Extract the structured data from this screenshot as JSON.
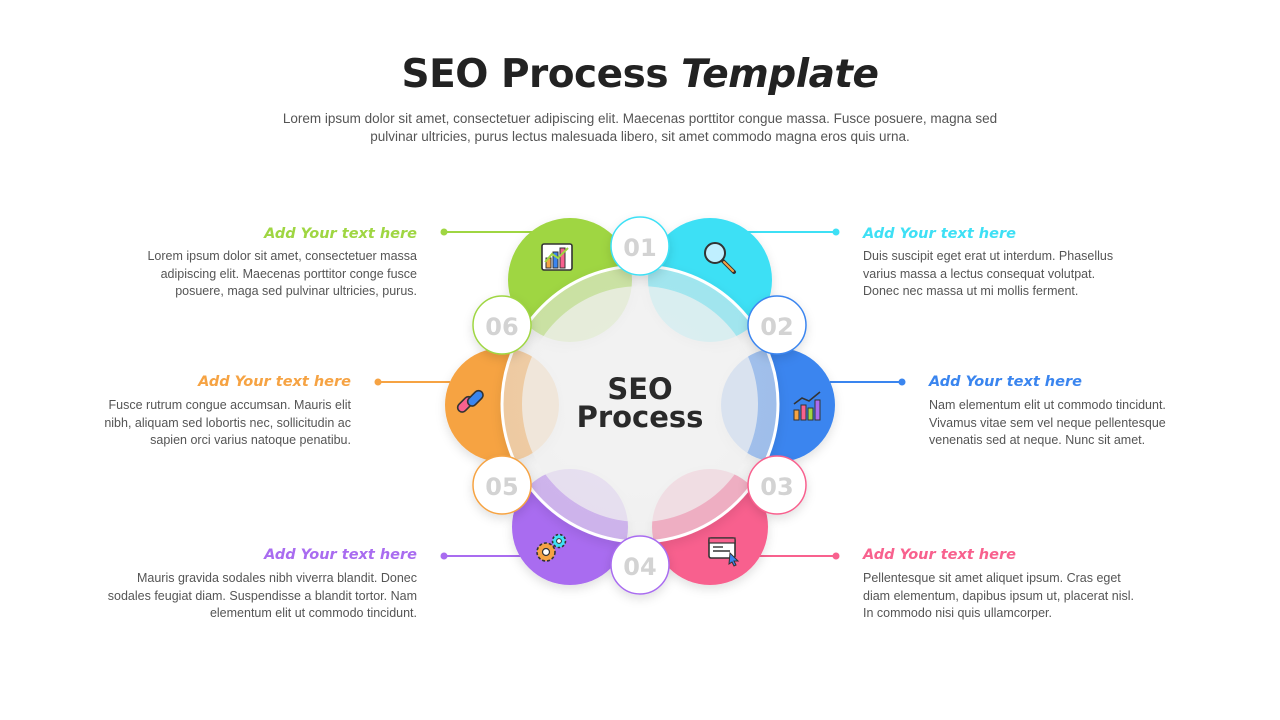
{
  "header": {
    "title_main": "SEO Process",
    "title_italic": "Template",
    "subtitle": "Lorem ipsum dolor sit amet, consectetuer adipiscing elit. Maecenas porttitor congue massa. Fusce posuere, magna sed pulvinar ultricies, purus lectus malesuada libero, sit amet commodo magna eros quis urna."
  },
  "center": {
    "line1": "SEO",
    "line2": "Process"
  },
  "steps": [
    {
      "number": "01",
      "color": "#3ee0f5",
      "icon": "magnifier-icon",
      "heading": "Add Your text here",
      "body": "Duis suscipit eget erat ut interdum. Phasellus varius massa a lectus consequat volutpat. Donec nec massa ut mi mollis ferment."
    },
    {
      "number": "02",
      "color": "#3a85ef",
      "icon": "bar-chart-growth-icon",
      "heading": "Add Your text here",
      "body": "Nam elementum elit ut commodo tincidunt. Vivamus vitae sem vel neque pellentesque venenatis sed at neque. Nunc sit amet."
    },
    {
      "number": "03",
      "color": "#f8618e",
      "icon": "web-page-cursor-icon",
      "heading": "Add Your text here",
      "body": "Pellentesque sit amet aliquet ipsum. Cras eget diam elementum, dapibus ipsum ut, placerat nisl. In commodo nisi quis ullamcorper."
    },
    {
      "number": "04",
      "color": "#a96cf0",
      "icon": "gears-icon",
      "heading": "Add Your text here",
      "body": "Mauris gravida sodales nibh viverra blandit. Donec sodales feugiat diam. Suspendisse a blandit tortor. Nam elementum elit ut commodo tincidunt."
    },
    {
      "number": "05",
      "color": "#f6a343",
      "icon": "link-chain-icon",
      "heading": "Add Your text here",
      "body": "Fusce rutrum congue accumsan. Mauris elit nibh, aliquam sed lobortis nec, sollicitudin ac sapien orci varius natoque penatibu."
    },
    {
      "number": "06",
      "color": "#9fd642",
      "icon": "analytics-chart-icon",
      "heading": "Add Your text here",
      "body": "Lorem ipsum dolor sit amet, consectetuer massa adipiscing elit. Maecenas porttitor conge fusce posuere, maga sed pulvinar ultricies, purus."
    }
  ]
}
